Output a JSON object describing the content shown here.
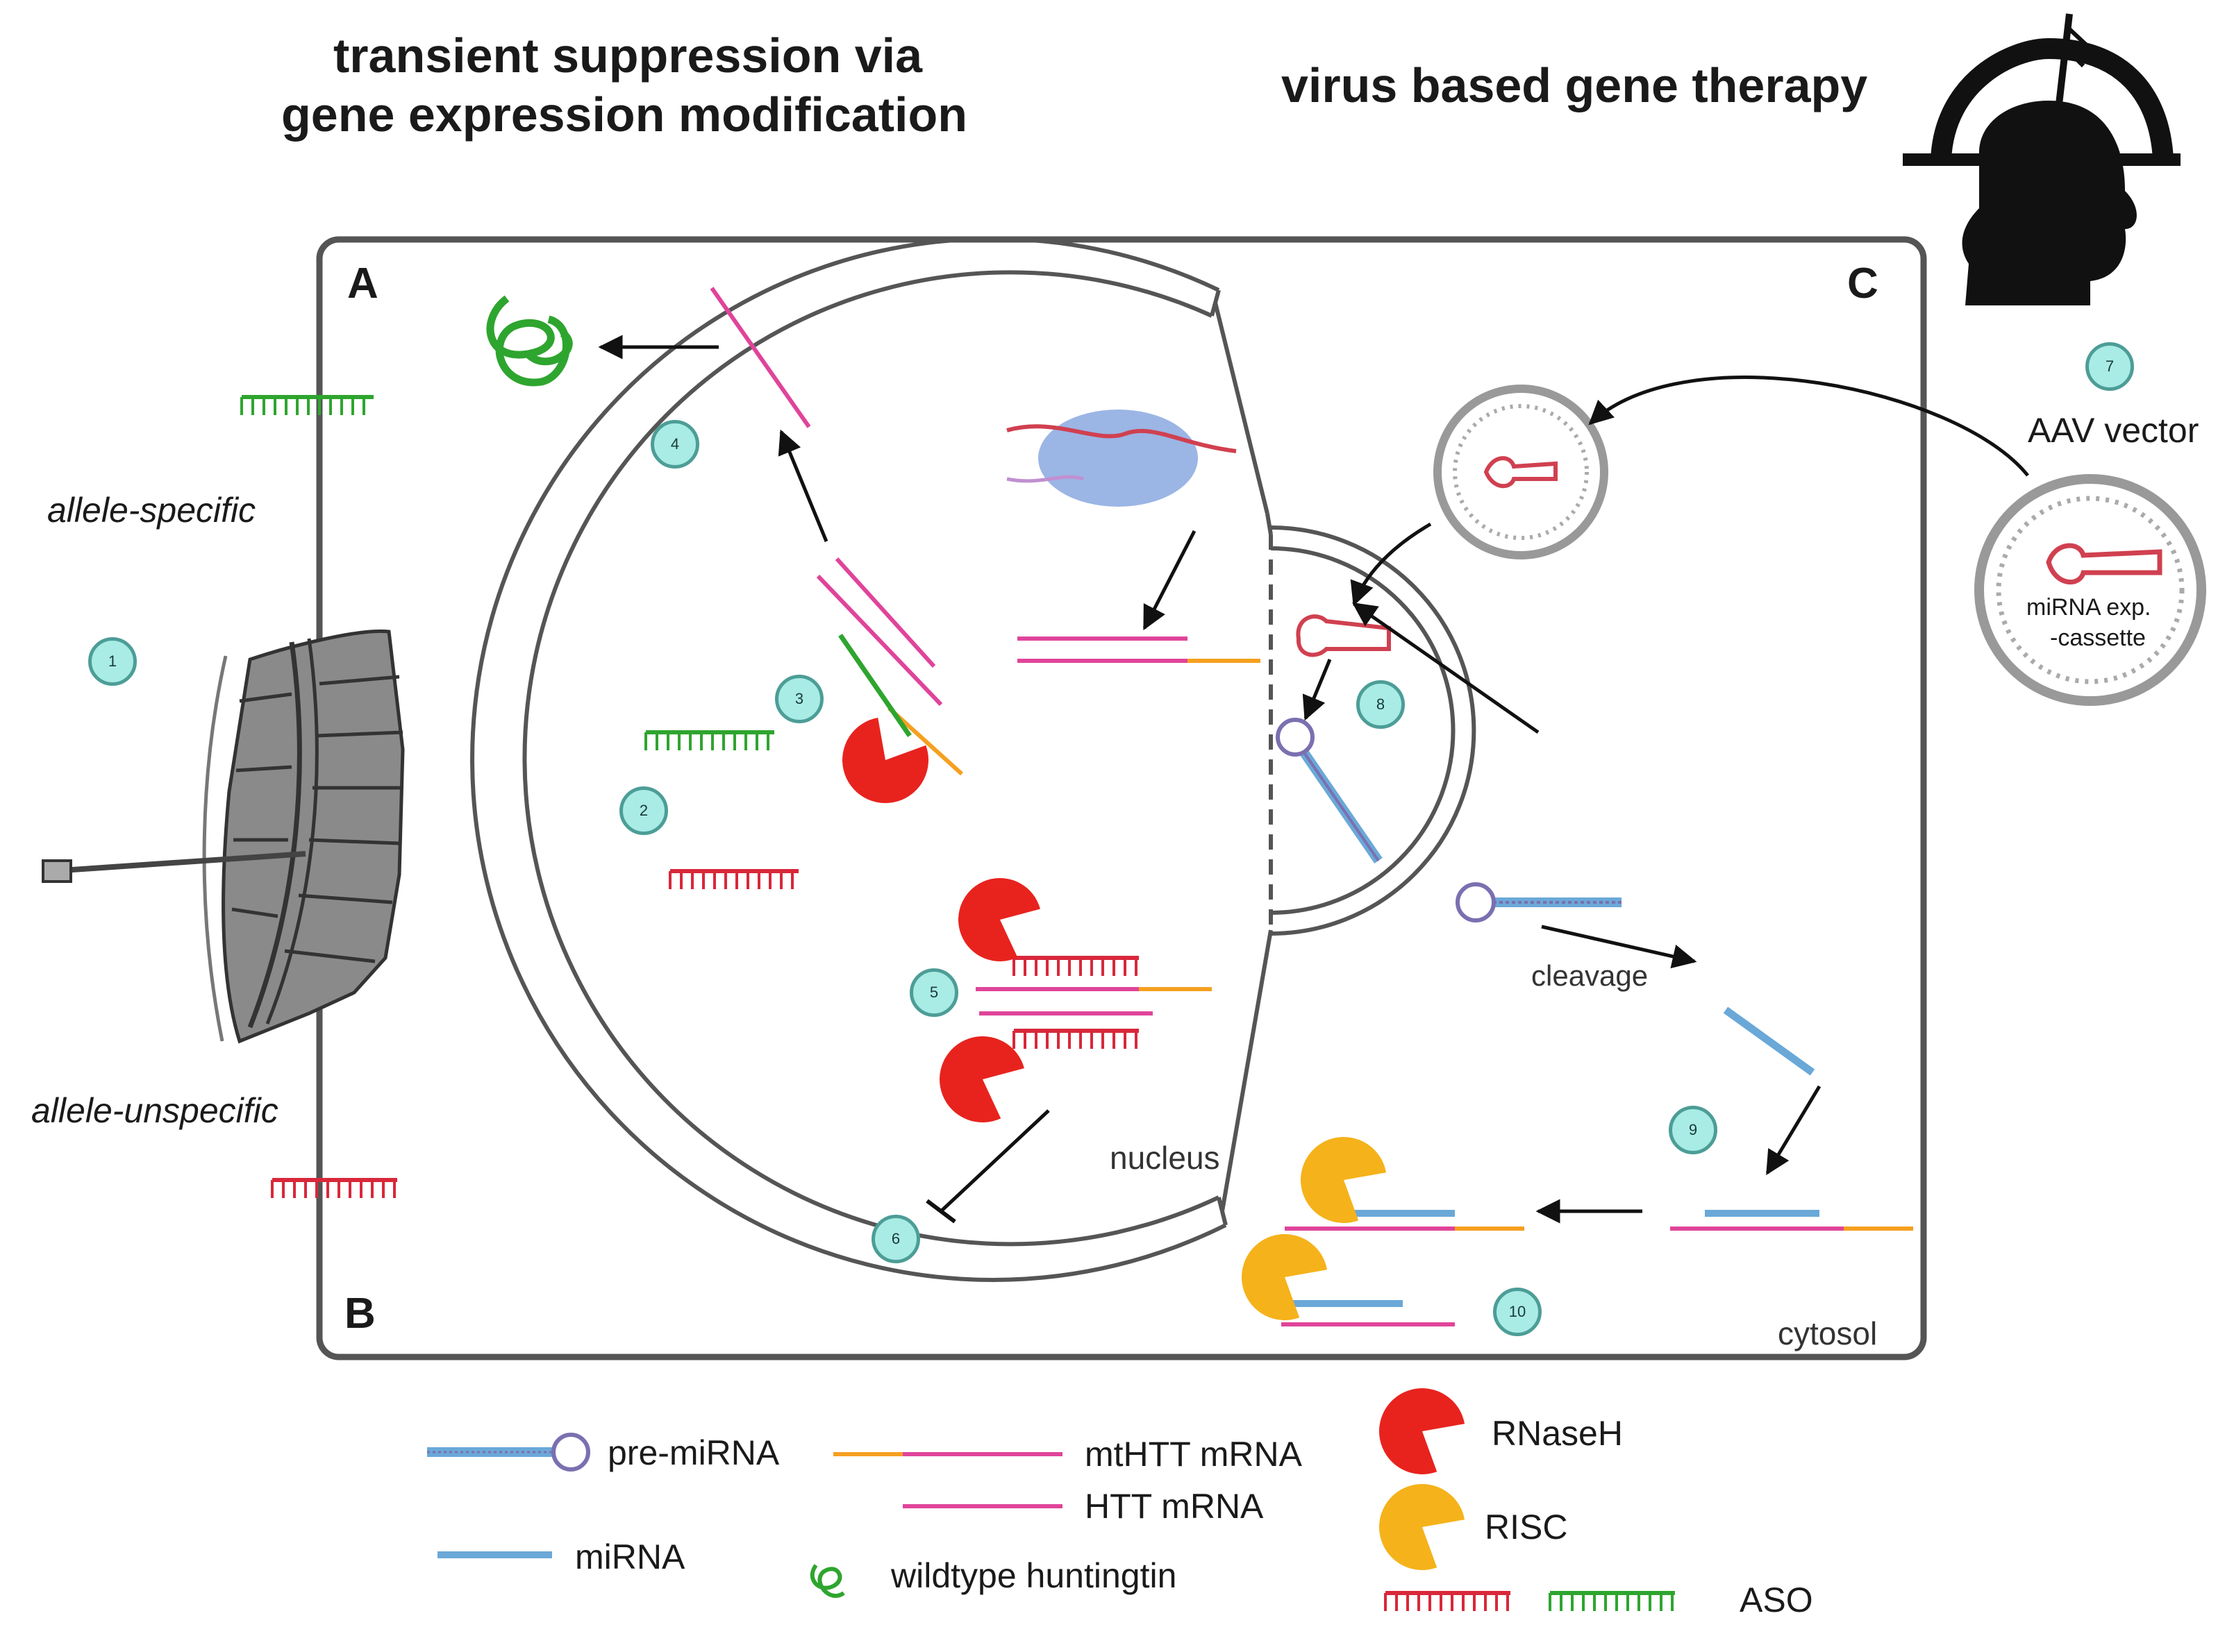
{
  "titles": {
    "left_line1": "transient suppression via",
    "left_line2": "gene expression modification",
    "right": "virus based gene therapy"
  },
  "panels": {
    "a": "A",
    "b": "B",
    "c": "C"
  },
  "labels": {
    "allele_specific": "allele-specific",
    "allele_unspecific": "allele-unspecific",
    "aav_vector": "AAV vector",
    "cassette_line1": "miRNA exp.",
    "cassette_line2": "-cassette",
    "cleavage": "cleavage",
    "nucleus": "nucleus",
    "cytosol": "cytosol"
  },
  "steps": [
    "1",
    "2",
    "3",
    "4",
    "5",
    "6",
    "7",
    "8",
    "9",
    "10"
  ],
  "legend": {
    "pre_mirna": "pre-miRNA",
    "mirna": "miRNA",
    "mthtt_mrna": "mtHTT mRNA",
    "htt_mrna": "HTT mRNA",
    "wildtype_huntingtin": "wildtype huntingtin",
    "rnaseh": "RNaseH",
    "risc": "RISC",
    "aso": "ASO"
  },
  "colors": {
    "htt_mrna": "#e0449a",
    "expanded_repeat": "#f5a020",
    "aso_green": "#2ea52e",
    "aso_red": "#d8283a",
    "rnaseh": "#e8231e",
    "risc": "#f5b21a",
    "mirna": "#6aa8d8",
    "step_circle": "#a8ece5"
  }
}
